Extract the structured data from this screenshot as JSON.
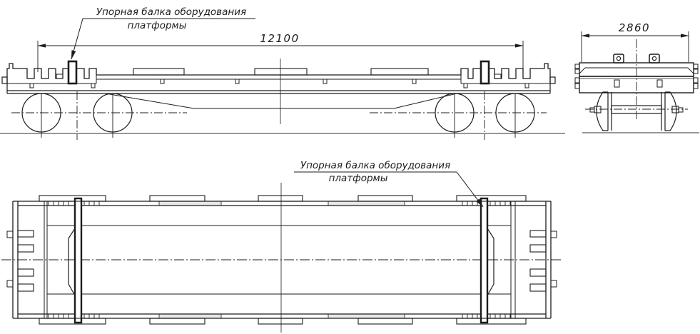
{
  "drawing": {
    "colors": {
      "line": "#1c1c1c",
      "ground": "#5a5a5a",
      "background": "#ffffff",
      "shade": "#e8e8e8"
    },
    "labels": {
      "beam_label_top": {
        "line1": "Упорная балка оборудования",
        "line2": "платформы"
      },
      "beam_label_bottom": {
        "line1": "Упорная балка оборудования",
        "line2": "платформы"
      }
    },
    "dimensions": {
      "length": {
        "value": "12100"
      },
      "width": {
        "value": "2860"
      }
    }
  }
}
